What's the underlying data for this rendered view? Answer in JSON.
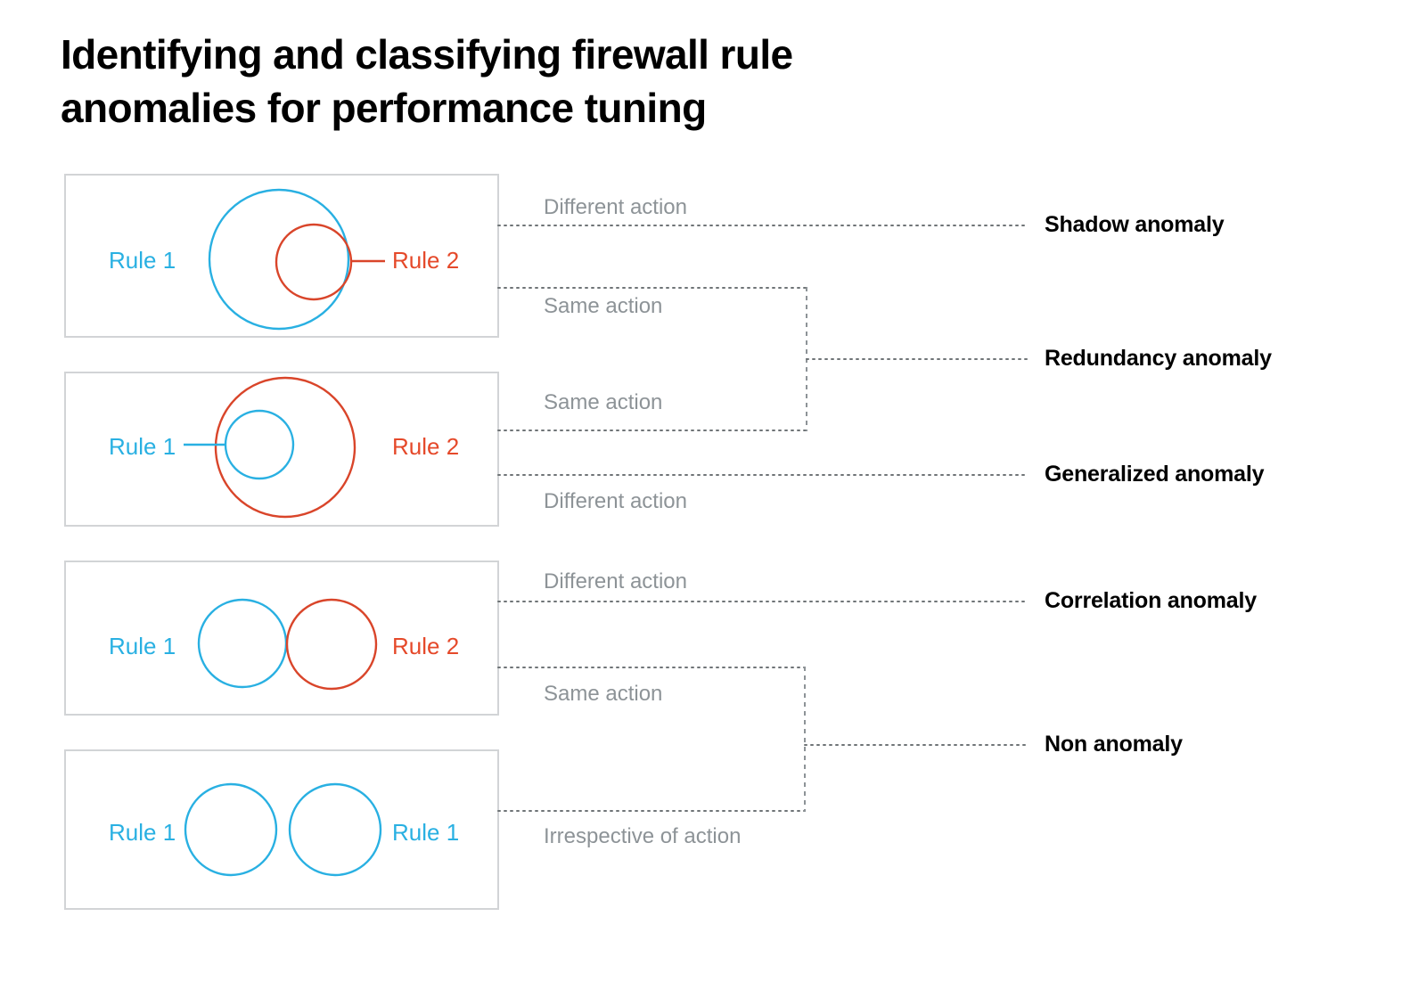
{
  "title": {
    "line1": "Identifying and classifying firewall rule",
    "line2": "anomalies for performance tuning"
  },
  "colors": {
    "rule1_blue": "#29b0e2",
    "rule2_red": "#e5492a",
    "panel_border": "#d2d4d6",
    "connector_gray": "#8d9397",
    "label_black": "#000000"
  },
  "panels": [
    {
      "id": "panel-shadow",
      "name": "rule-1-contains-rule-2",
      "left_label": "Rule 1",
      "left_label_color": "blue",
      "right_label": "Rule 2",
      "right_label_color": "red",
      "outer_circle_color": "blue",
      "inner_circle_color": "red",
      "relation": "inner-right"
    },
    {
      "id": "panel-generalized",
      "name": "rule-2-contains-rule-1",
      "left_label": "Rule 1",
      "left_label_color": "blue",
      "right_label": "Rule 2",
      "right_label_color": "red",
      "outer_circle_color": "red",
      "inner_circle_color": "blue",
      "relation": "inner-left"
    },
    {
      "id": "panel-correlation",
      "name": "rule-1-and-rule-2-overlap",
      "left_label": "Rule 1",
      "left_label_color": "blue",
      "right_label": "Rule 2",
      "right_label_color": "red",
      "outer_circle_color": "blue",
      "inner_circle_color": "red",
      "relation": "tangent"
    },
    {
      "id": "panel-non-anomaly",
      "name": "rule-1-and-rule-1-disjoint",
      "left_label": "Rule 1",
      "left_label_color": "blue",
      "right_label": "Rule 1",
      "right_label_color": "blue",
      "outer_circle_color": "blue",
      "inner_circle_color": "blue",
      "relation": "disjoint"
    }
  ],
  "actions": [
    {
      "id": "action-1",
      "label": "Different action"
    },
    {
      "id": "action-2",
      "label": "Same action"
    },
    {
      "id": "action-3",
      "label": "Same action"
    },
    {
      "id": "action-4",
      "label": "Different action"
    },
    {
      "id": "action-5",
      "label": "Different action"
    },
    {
      "id": "action-6",
      "label": "Same action"
    },
    {
      "id": "action-7",
      "label": "Irrespective of action"
    }
  ],
  "anomalies": [
    {
      "id": "anomaly-shadow",
      "label": "Shadow anomaly"
    },
    {
      "id": "anomaly-redundancy",
      "label": "Redundancy anomaly"
    },
    {
      "id": "anomaly-generalized",
      "label": "Generalized anomaly"
    },
    {
      "id": "anomaly-correlation",
      "label": "Correlation anomaly"
    },
    {
      "id": "anomaly-non",
      "label": "Non anomaly"
    }
  ]
}
